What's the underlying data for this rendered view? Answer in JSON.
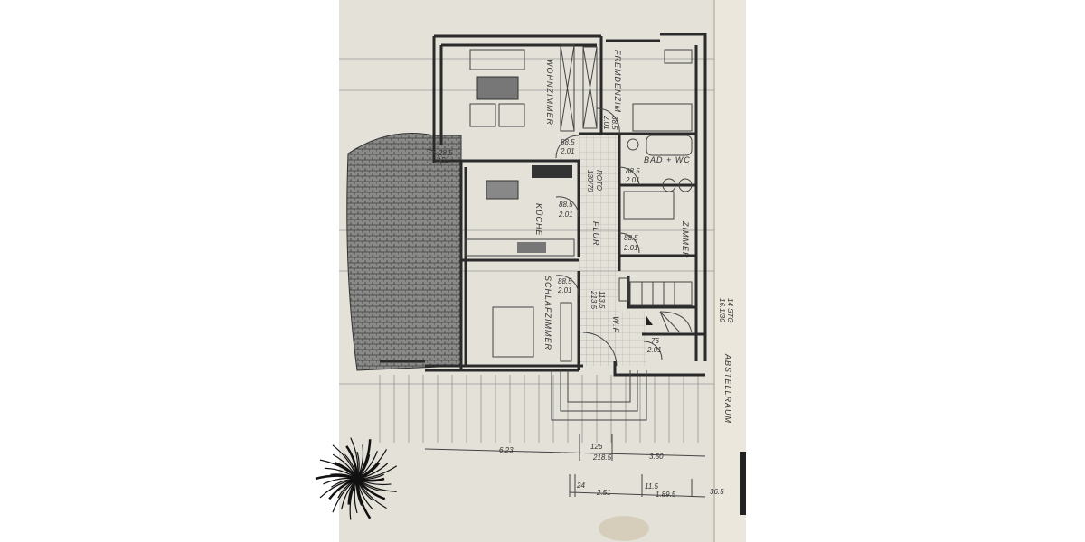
{
  "rooms": {
    "wohnzimmer": "WOHNZIMMER",
    "fremdenzim": "FREMDENZIM",
    "bad_wc": "BAD + WC",
    "kueche": "KÜCHE",
    "flur": "FLUR",
    "zimmer": "ZIMMER",
    "schlafzimmer": "SCHLAFZIMMER",
    "wf": "W.F",
    "abstellraum": "ABSTELLRAUM",
    "roto": "ROTO",
    "roto_size": "130/79"
  },
  "doors": [
    {
      "w": "88.5",
      "h": "2.01"
    },
    {
      "w": "88.5",
      "h": "2.01"
    },
    {
      "w": "88.5",
      "h": "2.01"
    },
    {
      "w": "88.5",
      "h": "2.01"
    },
    {
      "w": "88.5",
      "h": "2.01"
    },
    {
      "w": "88.5",
      "h": "2.01"
    },
    {
      "w": "76",
      "h": "2.01"
    },
    {
      "w": "28.5",
      "h": "51"
    }
  ],
  "entrance": {
    "w": "113.5",
    "h": "213.5"
  },
  "stairs": {
    "steps": "14 STG",
    "rise": "16.1/30"
  },
  "dimensions": {
    "row1": [
      "6.23",
      "126",
      "218.5",
      "3.50"
    ],
    "row2": [
      "24",
      "2.51",
      "11.5",
      "1.89.5",
      "36.5"
    ]
  },
  "colors": {
    "paper": "#e4e1d9",
    "ink": "#2a2a2a"
  }
}
